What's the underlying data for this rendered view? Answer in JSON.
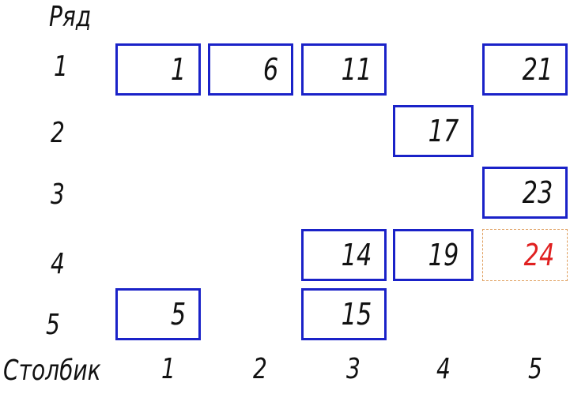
{
  "row_header": "Ряд",
  "column_header": "Столбик",
  "rows": [
    "1",
    "2",
    "3",
    "4",
    "5"
  ],
  "columns": [
    "1",
    "2",
    "3",
    "4",
    "5"
  ],
  "colors": {
    "box_border": "#1a22c8",
    "pending_border": "#e0a060",
    "pending_text": "#e02020"
  },
  "cells": [
    {
      "row": 1,
      "col": 1,
      "value": "1"
    },
    {
      "row": 1,
      "col": 2,
      "value": "6"
    },
    {
      "row": 1,
      "col": 3,
      "value": "11"
    },
    {
      "row": 1,
      "col": 5,
      "value": "21"
    },
    {
      "row": 2,
      "col": 4,
      "value": "17"
    },
    {
      "row": 3,
      "col": 5,
      "value": "23"
    },
    {
      "row": 4,
      "col": 3,
      "value": "14"
    },
    {
      "row": 4,
      "col": 4,
      "value": "19"
    },
    {
      "row": 4,
      "col": 5,
      "value": "24",
      "state": "pending"
    },
    {
      "row": 5,
      "col": 1,
      "value": "5"
    },
    {
      "row": 5,
      "col": 3,
      "value": "15"
    }
  ]
}
